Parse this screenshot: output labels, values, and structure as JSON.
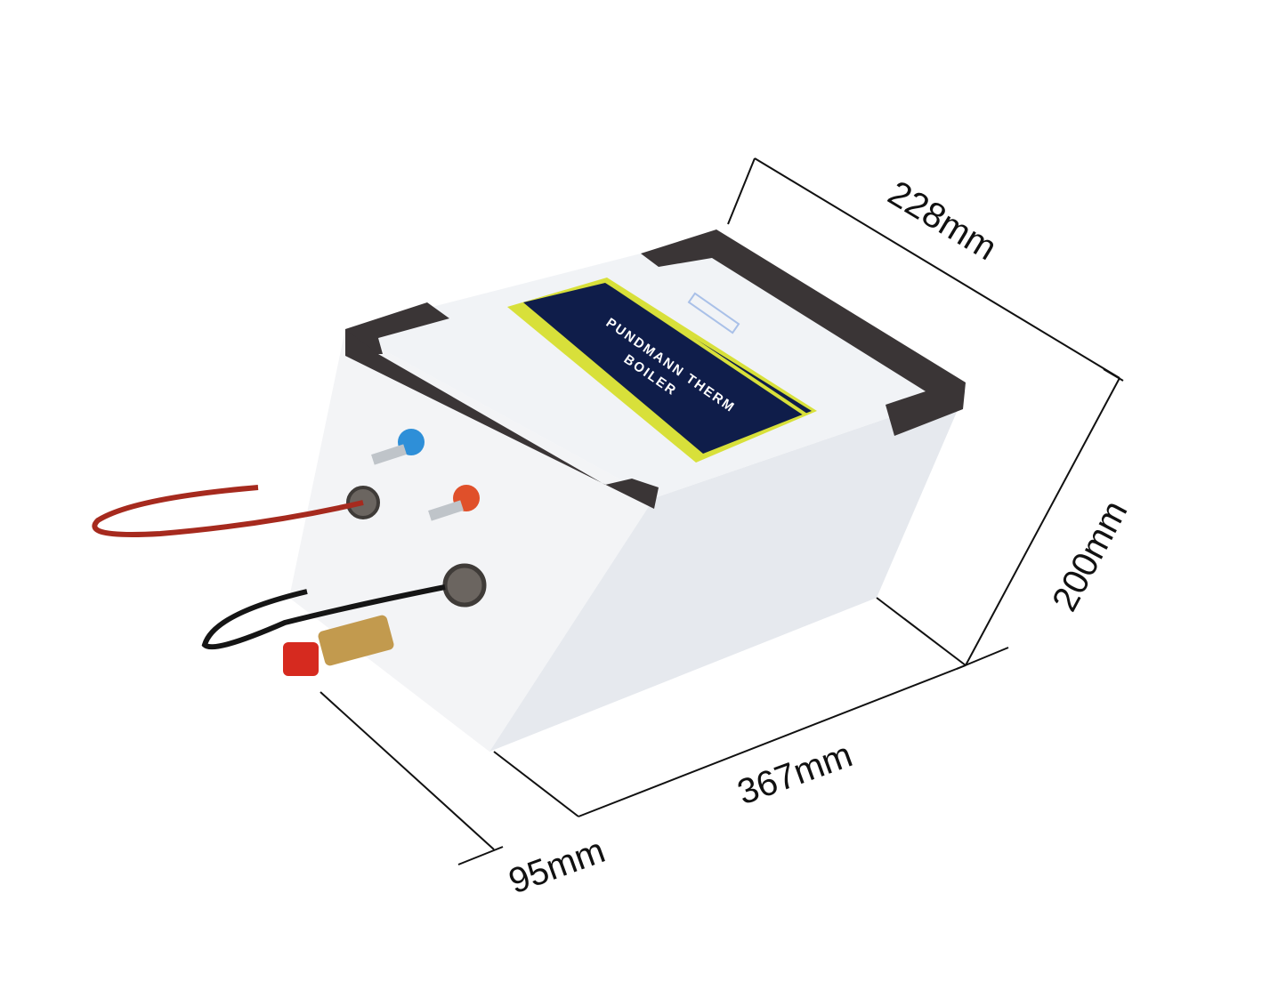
{
  "product": {
    "label_title": "PUNDMANN THERM",
    "label_subtitle": "BOILER",
    "brand_logo": "PUNDMANN"
  },
  "dimensions": {
    "depth": "228mm",
    "height": "200mm",
    "length": "367mm",
    "width": "95mm"
  },
  "colors": {
    "label_navy": "#0f1d4a",
    "label_yellow": "#d8e03a",
    "rim": "#3a3536",
    "body": "#eef0f3"
  }
}
